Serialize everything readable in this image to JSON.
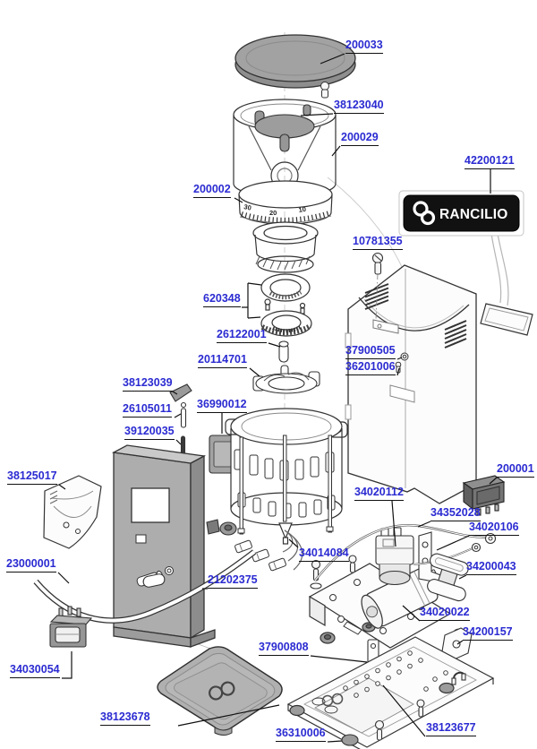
{
  "brand": {
    "name": "RANCILIO"
  },
  "dial": {
    "numbers": [
      "30",
      "20",
      "10"
    ]
  },
  "parts": [
    {
      "label": "200033"
    },
    {
      "label": "38123040"
    },
    {
      "label": "200029"
    },
    {
      "label": "200002"
    },
    {
      "label": "42200121"
    },
    {
      "label": "10781355"
    },
    {
      "label": "620348"
    },
    {
      "label": "26122001"
    },
    {
      "label": "20114701"
    },
    {
      "label": "38123039"
    },
    {
      "label": "26105011"
    },
    {
      "label": "36990012"
    },
    {
      "label": "39120035"
    },
    {
      "label": "37900505"
    },
    {
      "label": "36201006"
    },
    {
      "label": "38125017"
    },
    {
      "label": "200001"
    },
    {
      "label": "34020112"
    },
    {
      "label": "34352028"
    },
    {
      "label": "34020106"
    },
    {
      "label": "23000001"
    },
    {
      "label": "34014084"
    },
    {
      "label": "34200043"
    },
    {
      "label": "21202375"
    },
    {
      "label": "34020022"
    },
    {
      "label": "34200157"
    },
    {
      "label": "34030054"
    },
    {
      "label": "37900808"
    },
    {
      "label": "38123678"
    },
    {
      "label": "38123677"
    },
    {
      "label": "36310006"
    }
  ]
}
